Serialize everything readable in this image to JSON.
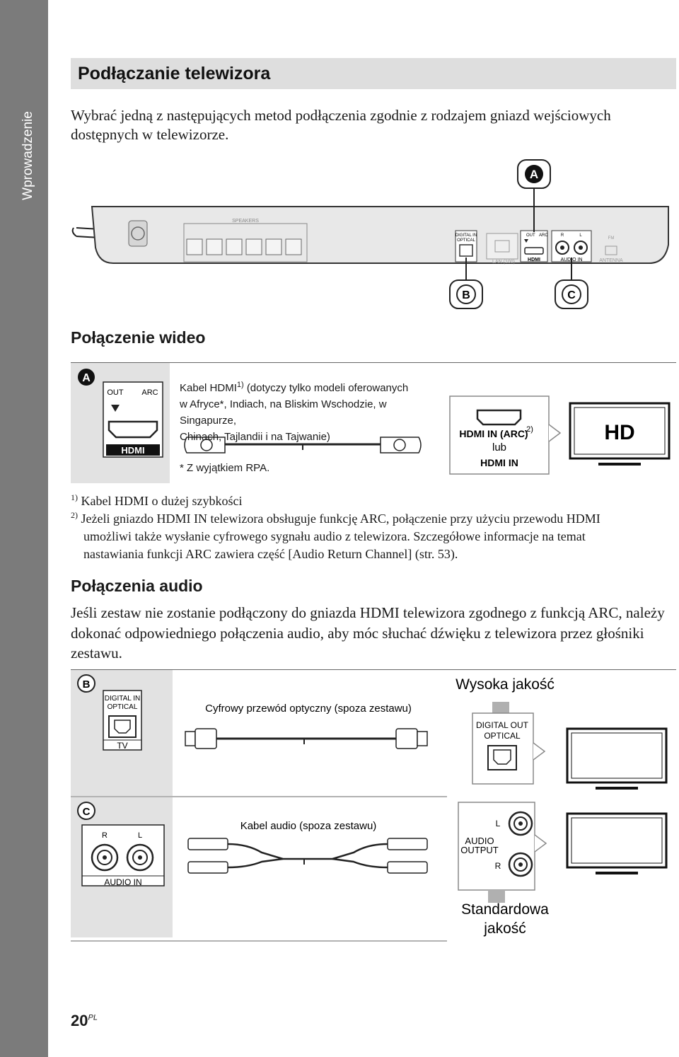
{
  "sidebar": {
    "label": "Wprowadzenie"
  },
  "title": "Podłączanie telewizora",
  "intro": "Wybrać jedną z następujących metod podłączenia zgodnie z rodzajem gniazd wejściowych dostępnych w telewizorze.",
  "device": {
    "marker_a": "A",
    "marker_b": "B",
    "marker_c": "C",
    "speakers": "SPEAKERS",
    "digital_in": "DIGITAL IN",
    "optical": "OPTICAL",
    "lan": "LAN (100)",
    "out": "OUT",
    "arc": "ARC",
    "hdmi": "HDMI",
    "r": "R",
    "l": "L",
    "audio_in": "AUDIO IN",
    "fm": "FM",
    "antenna": "ANTENNA"
  },
  "video": {
    "heading": "Połączenie wideo",
    "marker": "A",
    "out": "OUT",
    "arc": "ARC",
    "hdmi_logo": "HDMI",
    "cable_label": "Kabel HDMI",
    "cable_sup": "1)",
    "cable_desc_1": "(dotyczy tylko modeli oferowanych",
    "cable_desc_2": "w Afryce*, Indiach, na Bliskim Wschodzie, w Singapurze,",
    "cable_desc_3": "Chinach, Tajlandii i na Tajwanie)",
    "except": "*  Z wyjątkiem RPA.",
    "tv_port_1": "HDMI IN (ARC)",
    "tv_port_sup": "2)",
    "tv_port_or": "lub",
    "tv_port_2": "HDMI IN",
    "tv_badge": "HD"
  },
  "notes": {
    "n1_mark": "1)",
    "n1": "Kabel HDMI o dużej szybkości",
    "n2_mark": "2)",
    "n2_line1": "Jeżeli gniazdo HDMI IN telewizora obsługuje funkcję ARC, połączenie przy użyciu przewodu HDMI",
    "n2_line2": "umożliwi także wysłanie cyfrowego sygnału audio z telewizora. Szczegółowe informacje na temat",
    "n2_line3": "nastawiania funkcji ARC zawiera część [Audio Return Channel] (str. 53)."
  },
  "audio": {
    "heading": "Połączenia audio",
    "text": "Jeśli zestaw nie zostanie podłączony do gniazda HDMI telewizora zgodnego z funkcją ARC, należy dokonać odpowiedniego połączenia audio, aby móc słuchać dźwięku z telewizora przez głośniki zestawu.",
    "b": {
      "marker": "B",
      "port_1": "DIGITAL IN",
      "port_2": "OPTICAL",
      "port_tv": "TV",
      "cable": "Cyfrowy przewód optyczny (spoza zestawu)",
      "quality": "Wysoka jakość",
      "tv_1": "DIGITAL OUT",
      "tv_2": "OPTICAL"
    },
    "c": {
      "marker": "C",
      "r": "R",
      "l": "L",
      "port_label": "AUDIO IN",
      "cable": "Kabel audio (spoza zestawu)",
      "tv_l": "L",
      "tv_1": "AUDIO",
      "tv_2": "OUTPUT",
      "tv_r": "R",
      "quality_1": "Standardowa",
      "quality_2": "jakość"
    }
  },
  "page": {
    "number": "20",
    "suffix": "PL"
  }
}
